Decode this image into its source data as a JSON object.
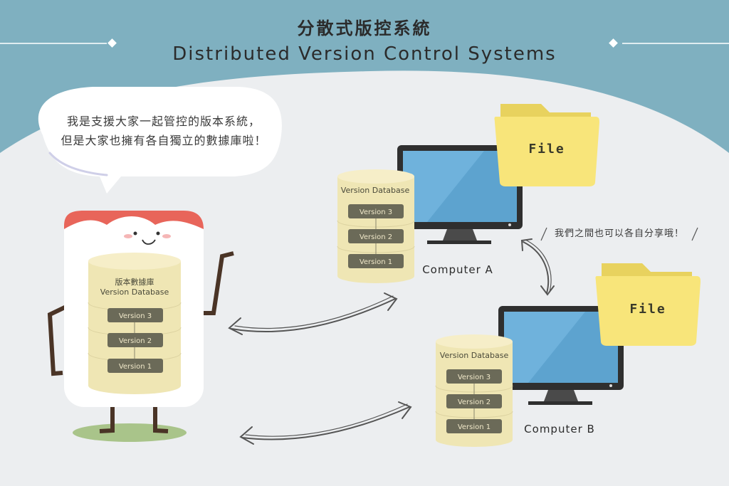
{
  "title": {
    "zh": "分散式版控系統",
    "en": "Distributed Version Control Systems"
  },
  "speech_bubble": {
    "line1": "我是支援大家一起管控的版本系統，",
    "line2": "但是大家也擁有各自獨立的數據庫啦！"
  },
  "central_db": {
    "label_zh": "版本數據庫",
    "label_en": "Version Database",
    "versions": [
      "Version 3",
      "Version 2",
      "Version 1"
    ]
  },
  "computer_a": {
    "name": "Computer A",
    "db_label": "Version Database",
    "versions": [
      "Version 3",
      "Version 2",
      "Version 1"
    ],
    "file_label": "File"
  },
  "computer_b": {
    "name": "Computer B",
    "db_label": "Version Database",
    "versions": [
      "Version 3",
      "Version 2",
      "Version 1"
    ],
    "file_label": "File"
  },
  "share_note": "我們之間也可以各自分享哦！",
  "colors": {
    "header_bg": "#7fb0c0",
    "body_bg": "#eceef0",
    "db_fill": "#efe6b4",
    "version_pill": "#6b6a58",
    "folder": "#f8e57a",
    "screen": "#5da3cf",
    "character_hair": "#e8655a",
    "ground": "#a9c48a"
  }
}
